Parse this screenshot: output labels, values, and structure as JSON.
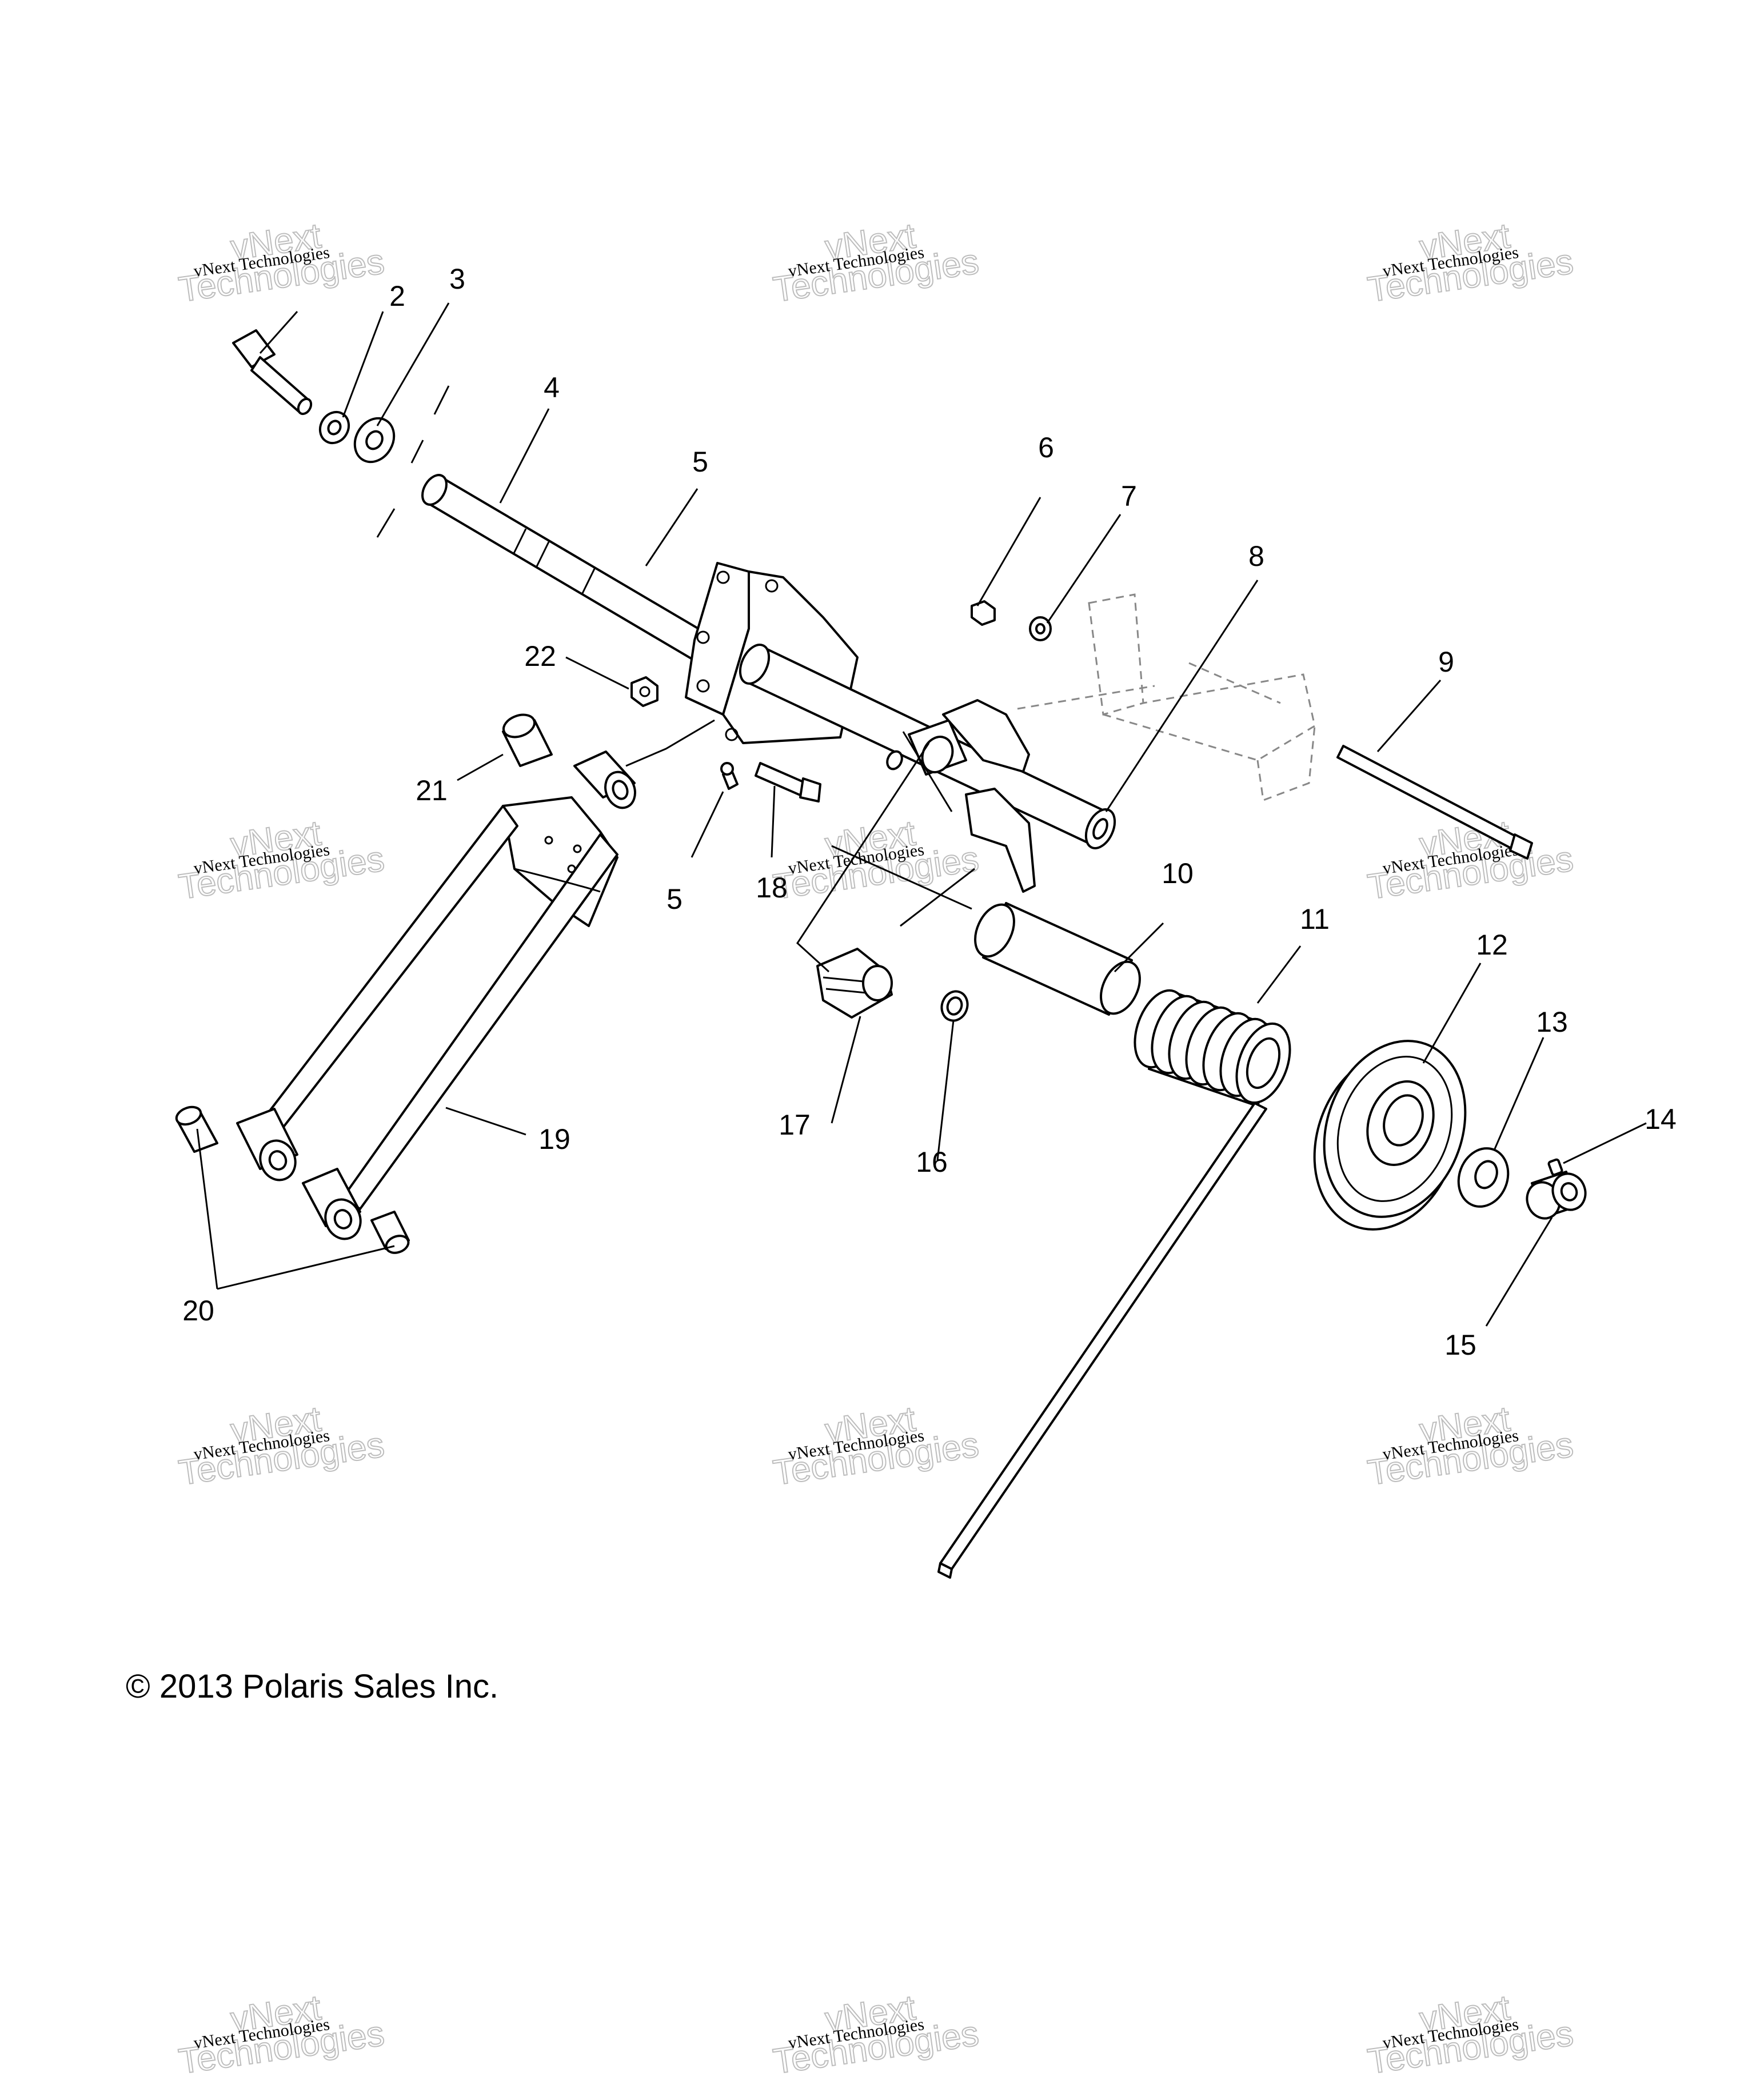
{
  "diagram": {
    "callouts": [
      "2",
      "3",
      "4",
      "5",
      "6",
      "7",
      "8",
      "9",
      "22",
      "21",
      "5",
      "18",
      "10",
      "11",
      "12",
      "13",
      "14",
      "17",
      "16",
      "19",
      "20",
      "15"
    ],
    "copyright": "© 2013 Polaris Sales Inc.",
    "watermark": {
      "line1": "vNext Technologies",
      "line2": "vNext",
      "line3": "Technologies"
    }
  }
}
